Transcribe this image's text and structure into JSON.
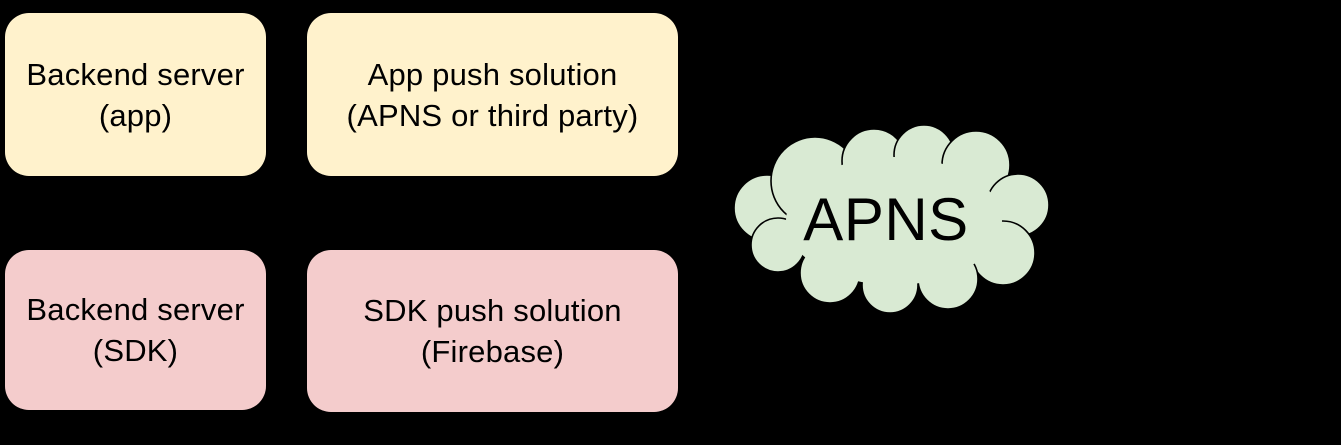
{
  "diagram": {
    "background": "#000000",
    "nodes": [
      {
        "id": "backend-server-app",
        "line1": "Backend server",
        "line2": "(app)",
        "fill": "#fff2cc",
        "text_color": "#000000"
      },
      {
        "id": "app-push-solution",
        "line1": "App push solution",
        "line2": "(APNS or third party)",
        "fill": "#fff2cc",
        "text_color": "#000000"
      },
      {
        "id": "backend-server-sdk",
        "line1": "Backend server",
        "line2": "(SDK)",
        "fill": "#f4cccc",
        "text_color": "#000000"
      },
      {
        "id": "sdk-push-solution",
        "line1": "SDK push solution",
        "line2": "(Firebase)",
        "fill": "#f4cccc",
        "text_color": "#000000"
      }
    ],
    "cloud": {
      "label": "APNS",
      "fill": "#d9ead3",
      "stroke": "#000000",
      "text_color": "#000000"
    }
  }
}
